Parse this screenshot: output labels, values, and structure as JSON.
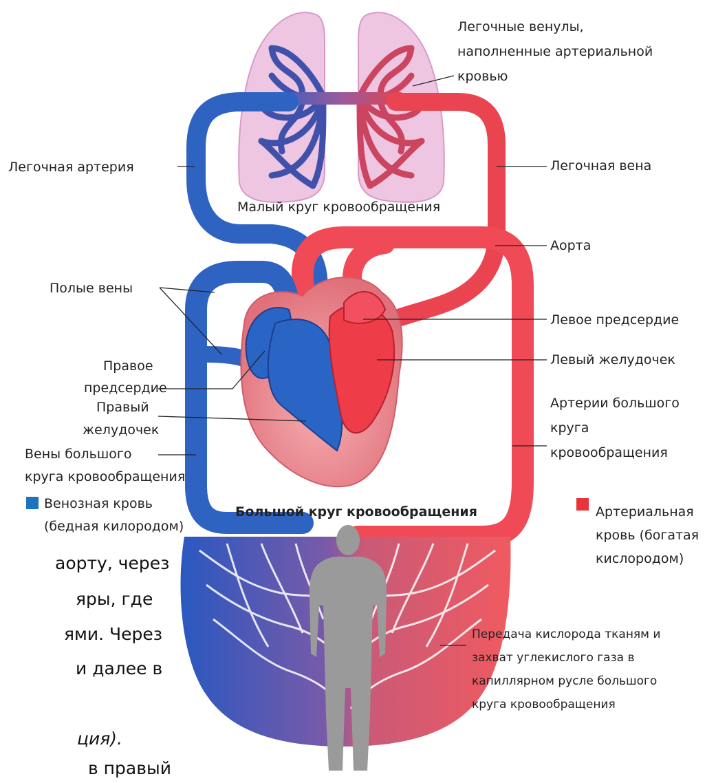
{
  "labels": {
    "pulmonary_venules_1": "Легочные венулы,",
    "pulmonary_venules_2": "наполненные артериальной",
    "pulmonary_venules_3": "кровью",
    "pulmonary_artery": "Легочная артерия",
    "pulmonary_vein": "Легочная вена",
    "pulmonary_circulation": "Малый круг кровообращения",
    "aorta": "Аорта",
    "vena_cava": "Полые вены",
    "left_atrium": "Левое предсердие",
    "right_atrium_1": "Правое",
    "right_atrium_2": "предсердие",
    "left_ventricle": "Левый желудочек",
    "right_ventricle_1": "Правый",
    "right_ventricle_2": "желудочек",
    "systemic_arteries_1": "Артерии большого",
    "systemic_arteries_2": "круга",
    "systemic_arteries_3": "кровообращения",
    "systemic_veins_1": "Вены большого",
    "systemic_veins_2": "круга кровообращения",
    "systemic_circulation": "Большой круг кровообращения",
    "capillary_1": "Передача кислорода тканям и",
    "capillary_2": "захват углекислого газа в",
    "capillary_3": "капиллярном русле большого",
    "capillary_4": "круга кровообращения"
  },
  "legend": {
    "venous_1": "Венозная кровь",
    "venous_2": "(бедная килородом)",
    "venous_color": "#1e73be",
    "arterial_1": "Артериальная",
    "arterial_2": "кровь (богатая",
    "arterial_3": "кислородом)",
    "arterial_color": "#e8353c"
  },
  "background_text": {
    "line_1": "аорту, через",
    "line_2": "яры, где",
    "line_3": "ями. Через",
    "line_4": "и далее в",
    "line_5": "ция).",
    "line_6": "в правый"
  }
}
